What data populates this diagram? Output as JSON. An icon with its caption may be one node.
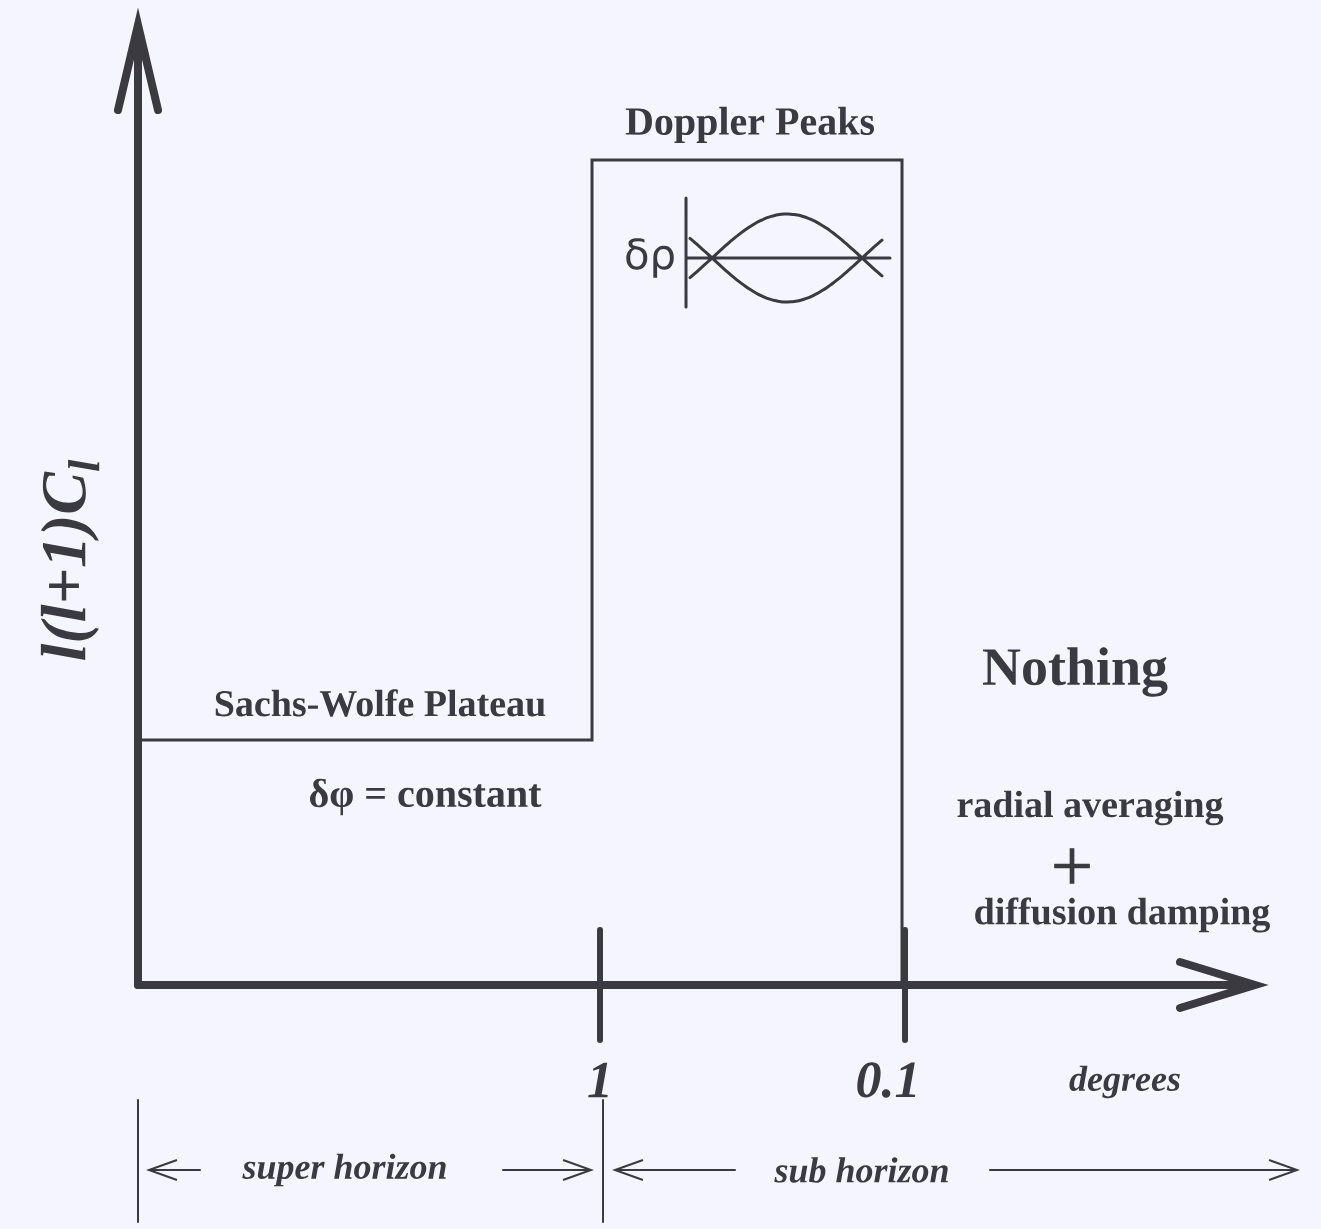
{
  "diagram": {
    "labels": [
      "Doppler Peaks",
      "δρ",
      "l(l+1)C$_{l}$",
      "Nothing",
      "Sachs-Wolfe Plateau",
      "δφ = constant",
      "radial averaging",
      "+",
      "diffusion damping",
      "1",
      "0.1",
      "degrees",
      "super horizon",
      "sub horizon"
    ]
  }
}
